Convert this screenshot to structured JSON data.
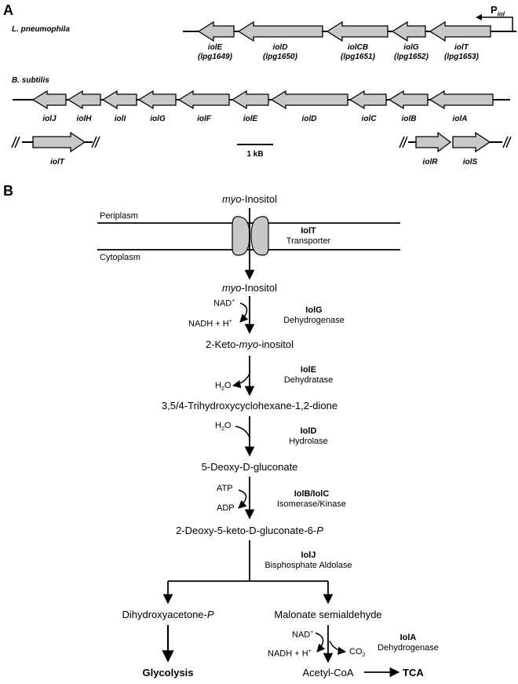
{
  "panel_a": {
    "label": "A",
    "organisms": {
      "legionella": "L. pneumophila",
      "bacillus": "B. subtilis"
    },
    "promoter": {
      "main": "P",
      "sub": "iol"
    },
    "lpn_genes": [
      {
        "name": "iolE",
        "locus": "(lpg1649)"
      },
      {
        "name": "iolD",
        "locus": "(lpg1650)"
      },
      {
        "name": "iolCB",
        "locus": "(lpg1651)"
      },
      {
        "name": "iolG",
        "locus": "(lpg1652)"
      },
      {
        "name": "iolT",
        "locus": "(lpg1653)"
      }
    ],
    "bsu_genes": [
      "iolJ",
      "iolH",
      "iolI",
      "iolG",
      "iolF",
      "iolE",
      "iolD",
      "iolC",
      "iolB",
      "iolA"
    ],
    "bsu_extra_genes": [
      "iolT",
      "iolR",
      "iolS"
    ],
    "scale_bar": "1 kB"
  },
  "panel_b": {
    "label": "B",
    "top_metabolite": {
      "prefix": "myo",
      "rest": "-Inositol"
    },
    "periplasm": "Periplasm",
    "cytoplasm": "Cytoplasm",
    "transporter": {
      "name": "IolT",
      "function": "Transporter"
    },
    "metabolites": {
      "m1": {
        "prefix": "myo",
        "rest": "-Inositol"
      },
      "m2": {
        "pre": "2-Keto-",
        "mid": "myo",
        "post": "-inositol"
      },
      "m3": "3,5/4-Trihydroxycyclohexane-1,2-dione",
      "m4": "5-Deoxy-D-gluconate",
      "m5": {
        "main": "2-Deoxy-5-keto-D-gluconate-6-",
        "ital": "P"
      },
      "m6": {
        "main": "Dihydroxyacetone-",
        "ital": "P"
      },
      "m7": "Malonate semialdehyde",
      "m8": "Acetyl-CoA"
    },
    "enzymes": [
      {
        "name": "IolG",
        "function": "Dehydrogenase"
      },
      {
        "name": "IolE",
        "function": "Dehydratase"
      },
      {
        "name": "IolD",
        "function": "Hydrolase"
      },
      {
        "name": "IolB/IolC",
        "function": "Isomerase/Kinase"
      },
      {
        "name": "IolJ",
        "function": "Bisphosphate Aldolase"
      },
      {
        "name": "IolA",
        "function": "Dehydrogenase"
      }
    ],
    "cofactors": {
      "nad": "NAD",
      "plus": "+",
      "nadh": "NADH + H",
      "h2o_h": "H",
      "h2o_2": "2",
      "h2o_o": "O",
      "atp": "ATP",
      "adp": "ADP",
      "co2_co": "CO",
      "co2_2": "2"
    },
    "end_products": {
      "glycolysis": "Glycolysis",
      "tca": "TCA"
    }
  },
  "colors": {
    "gene_fill": "#c8c8c8",
    "stroke": "#000000",
    "transporter_fill": "#c8c8c8"
  }
}
